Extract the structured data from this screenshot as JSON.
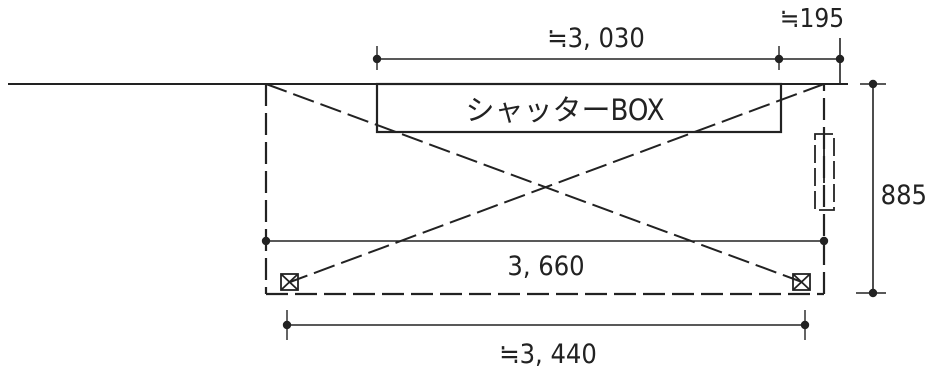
{
  "labels": {
    "shutter_box": "シャッターBOX",
    "dim_top_width": "≒3, 030",
    "dim_top_right": "≒195",
    "dim_height": "885",
    "dim_inner_width": "3, 660",
    "dim_bottom_width": "≒3, 440"
  },
  "colors": {
    "ink": "#222222",
    "background": "#ffffff"
  }
}
